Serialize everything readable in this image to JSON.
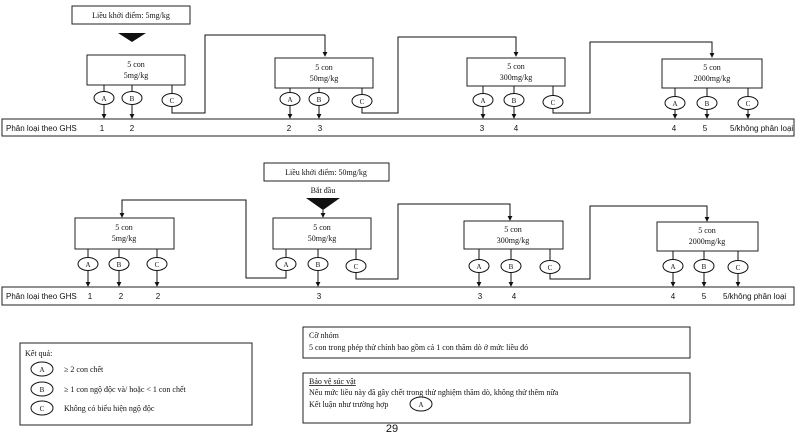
{
  "diagram_1": {
    "start_dose": "Liều khởi điểm: 5mg/kg",
    "steps": [
      {
        "line1": "5 con",
        "line2": "5mg/kg"
      },
      {
        "line1": "5 con",
        "line2": "50mg/kg"
      },
      {
        "line1": "5 con",
        "line2": "300mg/kg"
      },
      {
        "line1": "5 con",
        "line2": "2000mg/kg"
      }
    ],
    "ghs_label": "Phân loại theo GHS",
    "ghs_values": [
      "1",
      "2",
      "2",
      "3",
      "3",
      "4",
      "4",
      "5",
      "5/không phân loại"
    ]
  },
  "diagram_2": {
    "start_dose": "Liều khởi điểm: 50mg/kg",
    "begin": "Bắt đầu",
    "steps": [
      {
        "line1": "5 con",
        "line2": "5mg/kg"
      },
      {
        "line1": "5 con",
        "line2": "50mg/kg"
      },
      {
        "line1": "5 con",
        "line2": "300mg/kg"
      },
      {
        "line1": "5 con",
        "line2": "2000mg/kg"
      }
    ],
    "ghs_label": "Phân loại theo GHS",
    "ghs_values": [
      "1",
      "2",
      "2",
      "3",
      "3",
      "4",
      "4",
      "5",
      "5/không phân loại"
    ]
  },
  "outcome_letters": [
    "A",
    "B",
    "C"
  ],
  "legend": {
    "title": "Kết quả:",
    "items": [
      {
        "letter": "A",
        "text": "≥ 2 con chết"
      },
      {
        "letter": "B",
        "text": "≥ 1 con ngộ độc và/ hoặc < 1 con chết"
      },
      {
        "letter": "C",
        "text": "Không có biểu hiện ngộ độc"
      }
    ]
  },
  "note_group": {
    "title": "Cỡ nhóm",
    "text": "5 con trong phép thử chính bao gồm cả 1 con thăm dò ở mức liều đó"
  },
  "note_welfare": {
    "title": "Bảo vệ súc vật",
    "line1": "Nếu mức liều này đã gây chết trong thử nghiệm thăm dò, không thử thêm nữa",
    "line2": "Kết luận như trường hợp",
    "letter": "A"
  },
  "page_number": "29"
}
